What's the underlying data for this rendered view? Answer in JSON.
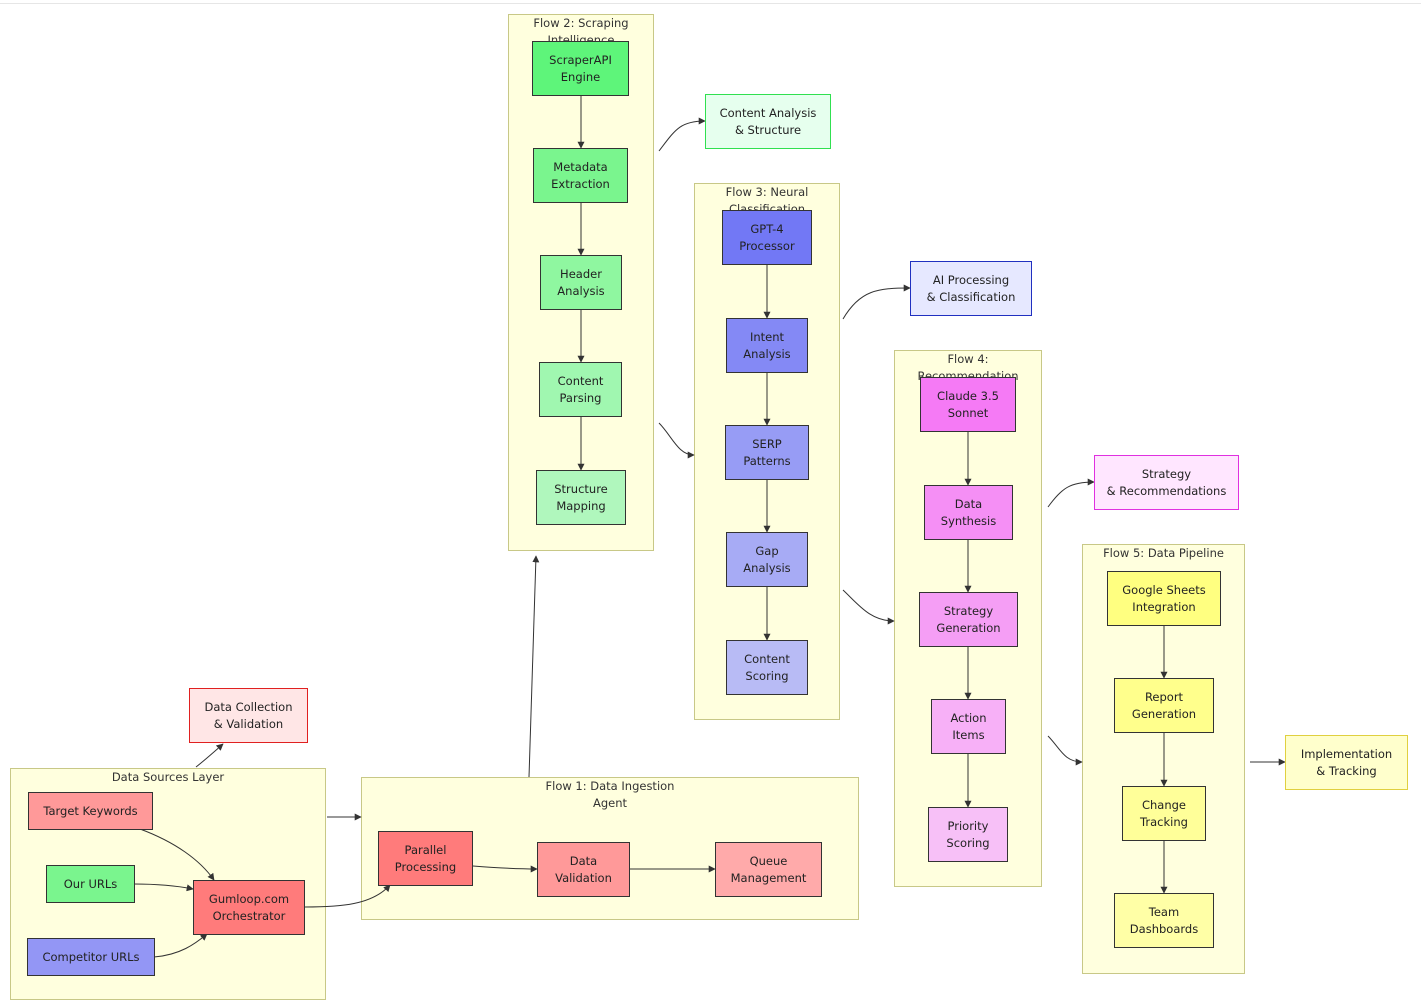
{
  "clusters": {
    "data_sources": "Data Sources Layer",
    "flow1": "Flow 1: Data Ingestion Agent",
    "flow2": "Flow 2: Scraping Intelligence",
    "flow3": "Flow 3: Neural Classification",
    "flow4": "Flow 4: Recommendation Engine",
    "flow5": "Flow 5: Data Pipeline"
  },
  "nodes": {
    "target_keywords": "Target Keywords",
    "our_urls": "Our URLs",
    "competitor_urls": "Competitor URLs",
    "orchestrator": "Gumloop.com\nOrchestrator",
    "parallel_processing": "Parallel\nProcessing",
    "data_validation": "Data\nValidation",
    "queue_management": "Queue\nManagement",
    "scraperapi_engine": "ScraperAPI\nEngine",
    "metadata_extraction": "Metadata\nExtraction",
    "header_analysis": "Header\nAnalysis",
    "content_parsing": "Content\nParsing",
    "structure_mapping": "Structure\nMapping",
    "gpt4_processor": "GPT-4\nProcessor",
    "intent_analysis": "Intent\nAnalysis",
    "serp_patterns": "SERP\nPatterns",
    "gap_analysis": "Gap\nAnalysis",
    "content_scoring": "Content\nScoring",
    "claude_sonnet": "Claude 3.5\nSonnet",
    "data_synthesis": "Data\nSynthesis",
    "strategy_generation": "Strategy\nGeneration",
    "action_items": "Action\nItems",
    "priority_scoring": "Priority\nScoring",
    "google_sheets": "Google Sheets\nIntegration",
    "report_generation": "Report\nGeneration",
    "change_tracking": "Change\nTracking",
    "team_dashboards": "Team\nDashboards"
  },
  "labels": {
    "data_collection": "Data Collection\n& Validation",
    "content_analysis": "Content Analysis\n& Structure",
    "ai_processing": "AI Processing\n& Classification",
    "strategy_recommendations": "Strategy\n& Recommendations",
    "implementation_tracking": "Implementation\n& Tracking"
  },
  "colors": {
    "edge": "#333333",
    "cluster_fill": "#ffffde",
    "cluster_border": "#c8c887",
    "red": "#ff7b7b",
    "red_mid": "#ff9999",
    "red_light": "#ffaaaa",
    "green": "#5ef57a",
    "green_2": "#7af58e",
    "green_3": "#8ff7a0",
    "green_4": "#a0f7b0",
    "green_5": "#b0f7bd",
    "blue": "#7278f5",
    "blue_2": "#8489f5",
    "blue_3": "#979cf5",
    "blue_4": "#a7abf5",
    "blue_5": "#b8bbf5",
    "magenta": "#f57af5",
    "magenta_2": "#f58ff5",
    "magenta_3": "#f59ef5",
    "magenta_4": "#f7b0f7",
    "magenta_5": "#f7c0f7",
    "yellow": "#ffff80",
    "yellow_2": "#ffff8c",
    "yellow_3": "#ffff99",
    "yellow_4": "#ffffa6",
    "node_border": "#333333",
    "label_red_border": "#e02020",
    "label_red_fill": "#ffe6e6",
    "label_green_border": "#30e050",
    "label_green_fill": "#e6ffee",
    "label_blue_border": "#2030c0",
    "label_blue_fill": "#e6e8ff",
    "label_magenta_border": "#e030e0",
    "label_magenta_fill": "#ffe6ff",
    "label_yellow_border": "#e0d040",
    "label_yellow_fill": "#ffffcc",
    "data_source_our_urls": "#7af58e",
    "data_source_competitor": "#9396f5"
  }
}
